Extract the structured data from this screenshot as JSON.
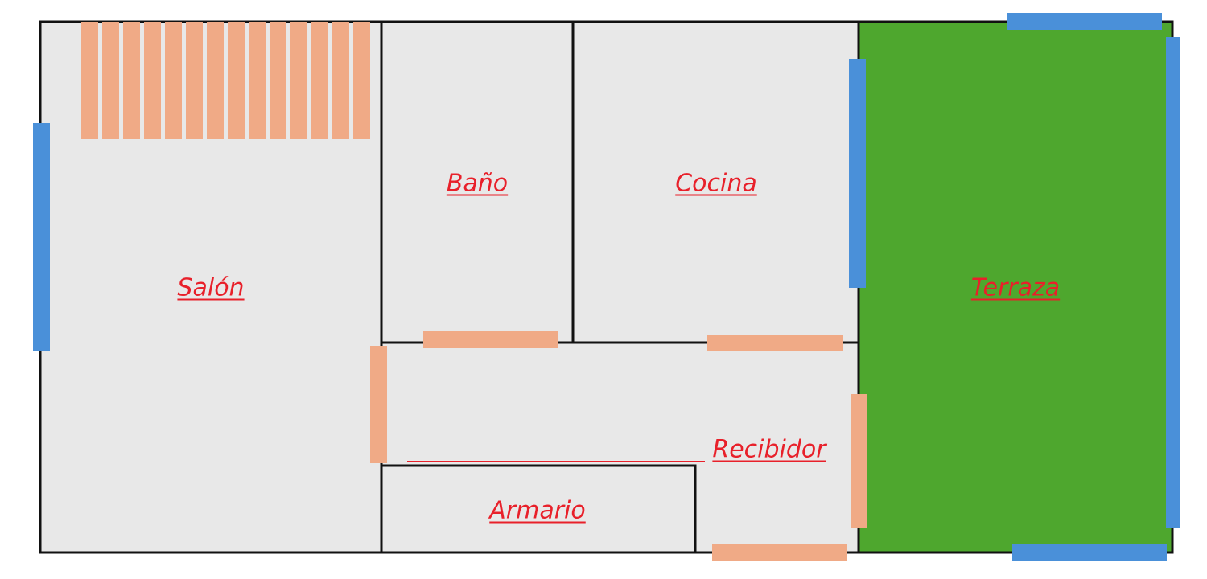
{
  "plan": {
    "rooms": {
      "salon": "Salón",
      "bano": "Baño",
      "cocina": "Cocina",
      "terraza": "Terraza",
      "recibidor": "Recibidor",
      "armario": "Armario"
    },
    "colors": {
      "floor": "#e8e8e8",
      "terrace": "#4ea72e",
      "wall": "#111111",
      "window": "#4a90d9",
      "door": "#f0aa86",
      "label": "#e8202a"
    }
  }
}
